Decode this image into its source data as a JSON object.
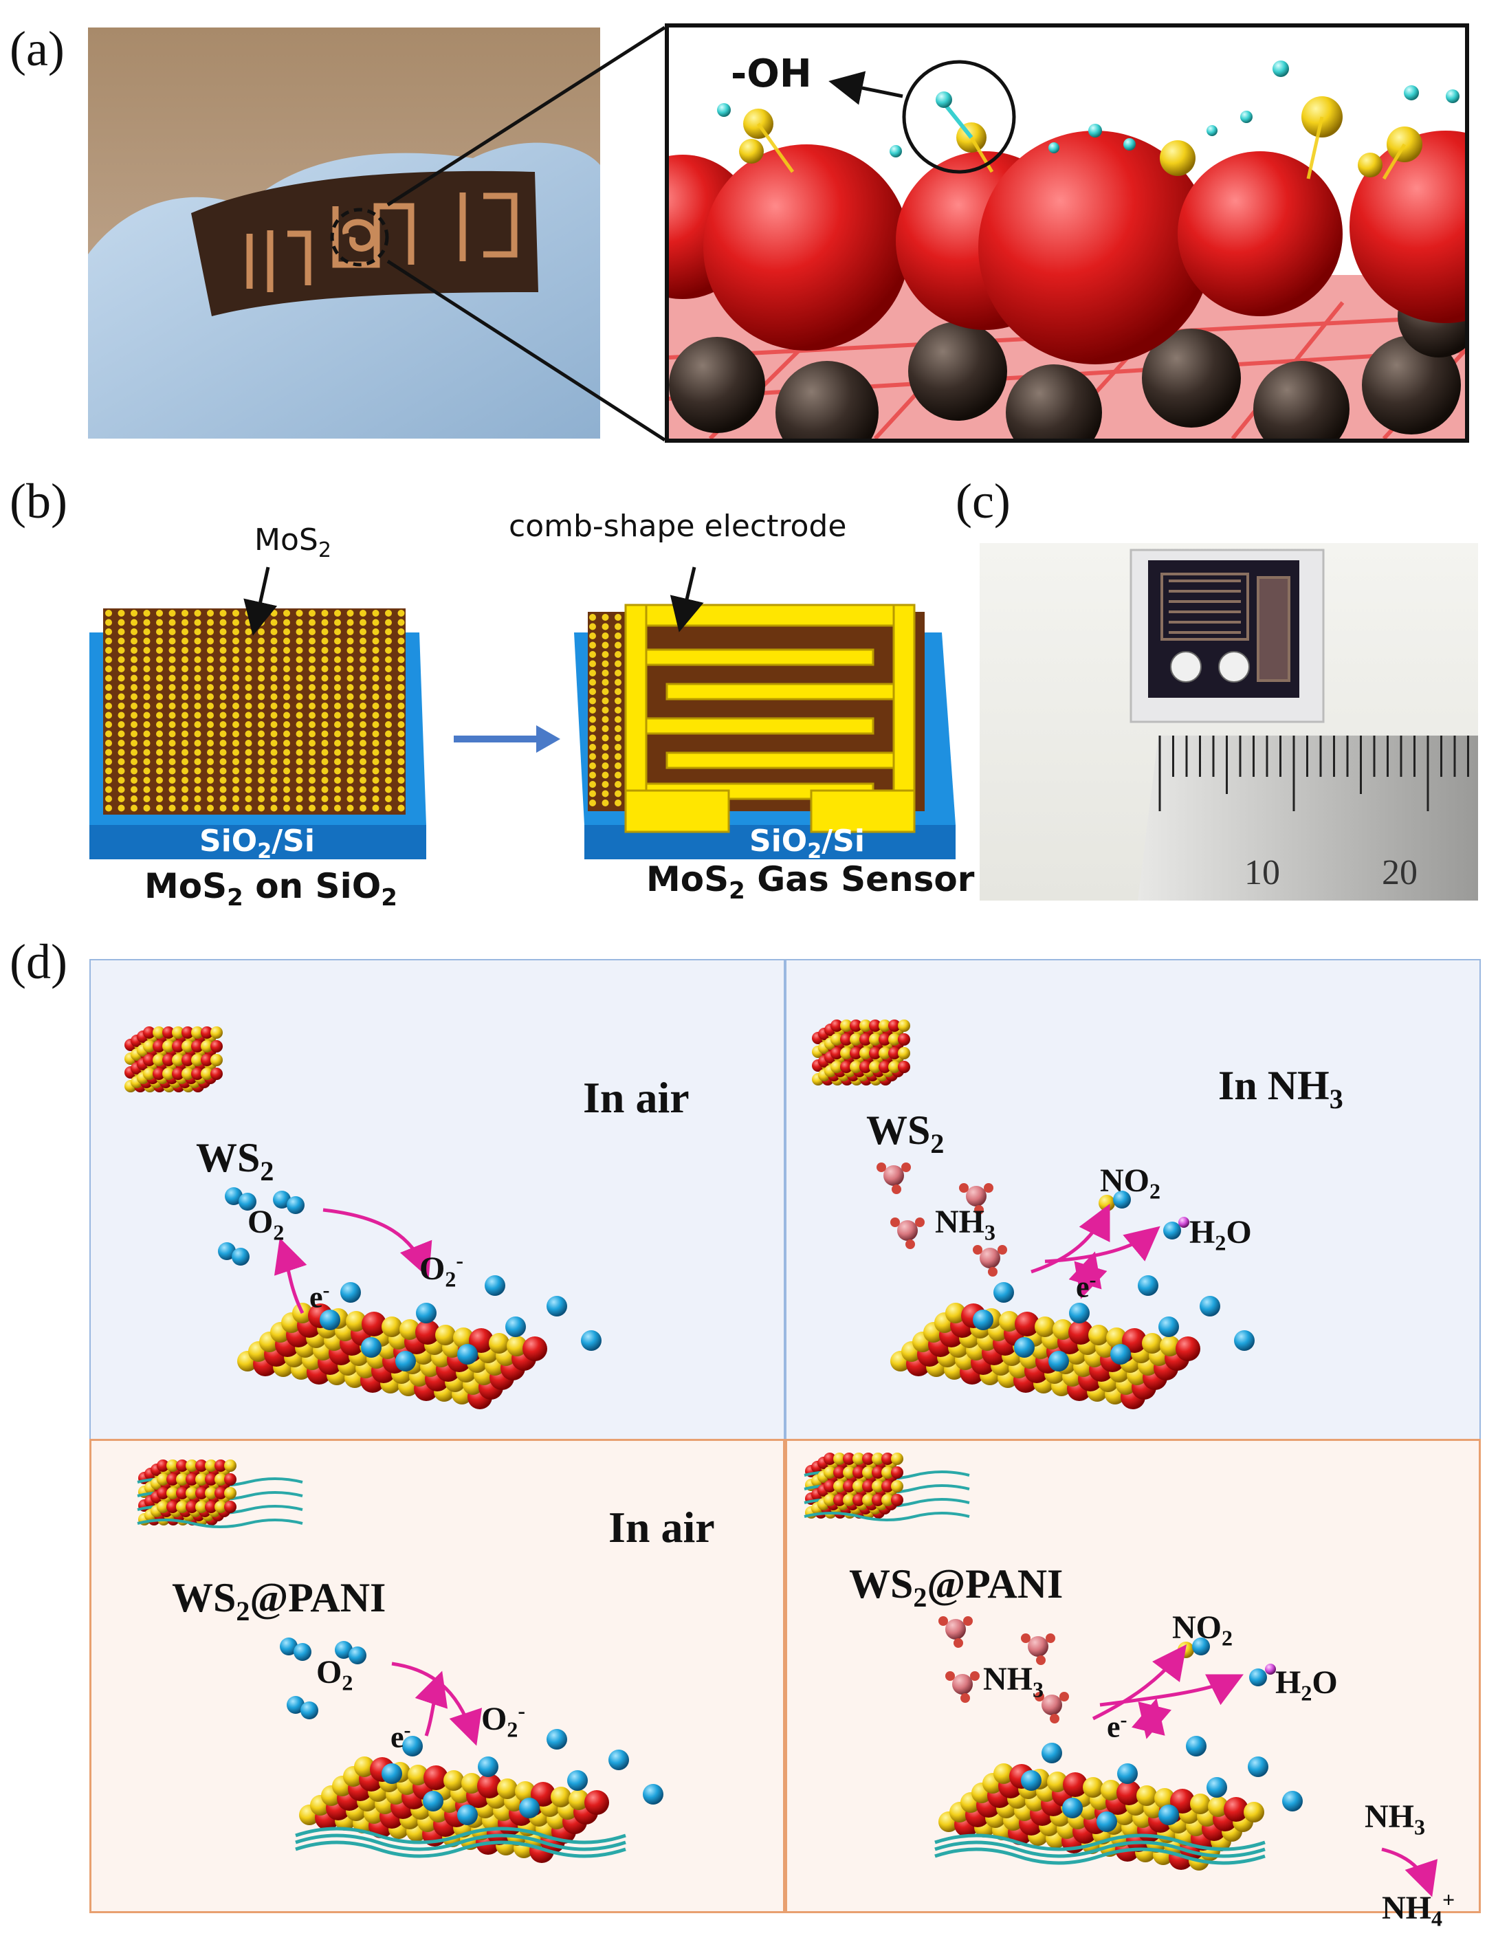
{
  "panels": {
    "a": {
      "label": "(a)",
      "oh_label": "-OH"
    },
    "b": {
      "label": "(b)",
      "mos2_label_main": "MoS",
      "mos2_label_sub": "2",
      "substrate_1_main": "SiO",
      "substrate_1_sub": "2",
      "substrate_1_tail": "/Si",
      "caption_1_a": "MoS",
      "caption_1_b": "2",
      "caption_1_c": " on SiO",
      "caption_1_d": "2",
      "electrode_label": "comb-shape electrode",
      "substrate_2_main": "SiO",
      "substrate_2_sub": "2",
      "substrate_2_tail": "/Si",
      "caption_2_a": "MoS",
      "caption_2_b": "2",
      "caption_2_c": " Gas Sensor"
    },
    "c": {
      "label": "(c)",
      "ruler_10": "10",
      "ruler_20": "20"
    },
    "d": {
      "label": "(d)",
      "tl": {
        "condition": "In air",
        "material_main": "WS",
        "material_sub": "2",
        "gas_main": "O",
        "gas_sub": "2",
        "electron": "e",
        "electron_sup": "-",
        "ion_main": "O",
        "ion_sub": "2",
        "ion_sup": "-"
      },
      "tr": {
        "condition_main": "In NH",
        "condition_sub": "3",
        "material_main": "WS",
        "material_sub": "2",
        "gas_main": "NH",
        "gas_sub": "3",
        "product1_main": "NO",
        "product1_sub": "2",
        "product2_a": "H",
        "product2_sub": "2",
        "product2_b": "O",
        "electron": "e",
        "electron_sup": "-"
      },
      "bl": {
        "condition": "In air",
        "material_a": "WS",
        "material_sub": "2",
        "material_b": "@PANI",
        "gas_main": "O",
        "gas_sub": "2",
        "electron": "e",
        "electron_sup": "-",
        "ion_main": "O",
        "ion_sub": "2",
        "ion_sup": "-"
      },
      "br": {
        "material_a": "WS",
        "material_sub": "2",
        "material_b": "@PANI",
        "gas_main": "NH",
        "gas_sub": "3",
        "product1_main": "NO",
        "product1_sub": "2",
        "product2_a": "H",
        "product2_sub": "2",
        "product2_b": "O",
        "electron": "e",
        "electron_sup": "-",
        "side_main": "NH",
        "side_sub": "3",
        "ammonium_main": "NH",
        "ammonium_sub": "4",
        "ammonium_sup": "+"
      }
    }
  },
  "colors": {
    "sulfur_yellow": "#f2cf1a",
    "tungsten_red": "#d4141a",
    "oxygen_blue": "#1fa3dc",
    "substrate_blue": "#1e90e0",
    "electrode_yellow": "#ffe600",
    "arrow_magenta": "#e0219a",
    "ammonia_pink": "#d9777f",
    "panel_blue_bg": "#eef2fa",
    "panel_orange_bg": "#fdf4ef",
    "panel_orange_border": "#e8a070",
    "panel_blue_border": "#9ab8e0"
  }
}
